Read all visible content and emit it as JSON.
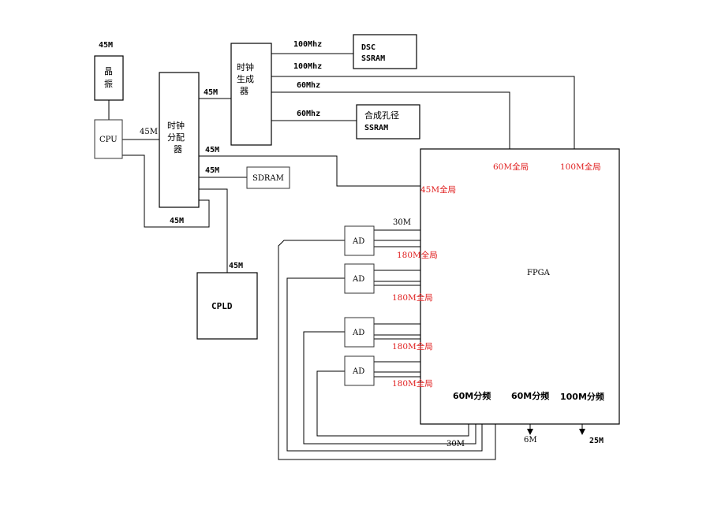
{
  "blocks": {
    "crystal": "晶振",
    "cpu": "CPU",
    "clock_distributor": "时钟分配器",
    "clock_generator": "时钟生成器",
    "dsc_ssram_1": "DSC",
    "dsc_ssram_2": "SSRAM",
    "synth_ssram_1": "合成孔径",
    "synth_ssram_2": "SSRAM",
    "sdram": "SDRAM",
    "cpld": "CPLD",
    "fpga": "FPGA",
    "ad": "AD"
  },
  "labels": {
    "crystal_freq": "45M",
    "cpu_to_dist": "45M",
    "dist_to_gen": "45M",
    "dist_to_fpga": "45M",
    "dist_to_sdram": "45M",
    "cpu_loop": "45M",
    "dist_to_cpld": "45M",
    "gen_100a": "100Mhz",
    "gen_100b": "100Mhz",
    "gen_60a": "60Mhz",
    "gen_60b": "60Mhz",
    "ad_30m_top": "30M",
    "ad_30m_bottom": "30M",
    "out_6m": "6M",
    "out_25m": "25M"
  },
  "fpga_pins": {
    "global_60": "60M全局",
    "global_100": "100M全局",
    "global_45": "45M全局",
    "global_180_1": "180M全局",
    "global_180_2": "180M全局",
    "global_180_3": "180M全局",
    "global_180_4": "180M全局",
    "div_60_a": "60M分频",
    "div_60_b": "60M分频",
    "div_100": "100M分频"
  },
  "colors": {
    "line": "#000000",
    "pin_label": "#e02020"
  }
}
